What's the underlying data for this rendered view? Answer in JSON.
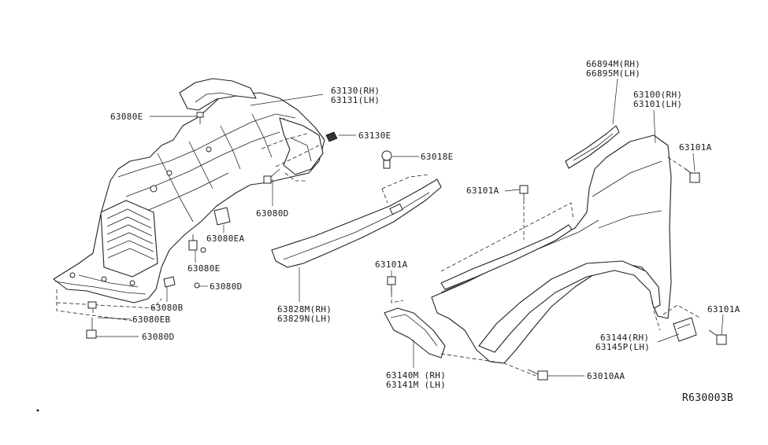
{
  "diagram": {
    "labels": {
      "liner_rh": "63130(RH)",
      "liner_lh": "63131(LH)",
      "screw_e": "63080E",
      "clip_130e": "63130E",
      "bolt_d": "63080D",
      "clip_ea": "63080EA",
      "screw_e2": "63080E",
      "clip_d2": "63080D",
      "clip_b": "63080B",
      "clip_eb": "63080EB",
      "bolt_d3": "63080D",
      "grommet": "63018E",
      "seal_rh": "63828M(RH)",
      "seal_lh": "63829N(LH)",
      "bolt_a1": "63101A",
      "bolt_a2": "63101A",
      "bracket_rh": "63140M (RH)",
      "bracket_lh": "63141M (LH)",
      "molding_rh": "66894M(RH)",
      "molding_lh": "66895M(LH)",
      "fender_rh": "63100(RH)",
      "fender_lh": "63101(LH)",
      "bolt_a3": "63101A",
      "bolt_a4": "63101A",
      "bracket2_rh": "63144(RH)",
      "bracket2_lh": "63145P(LH)",
      "bolt_aa": "63010AA",
      "ref_code": "R630003B"
    }
  }
}
